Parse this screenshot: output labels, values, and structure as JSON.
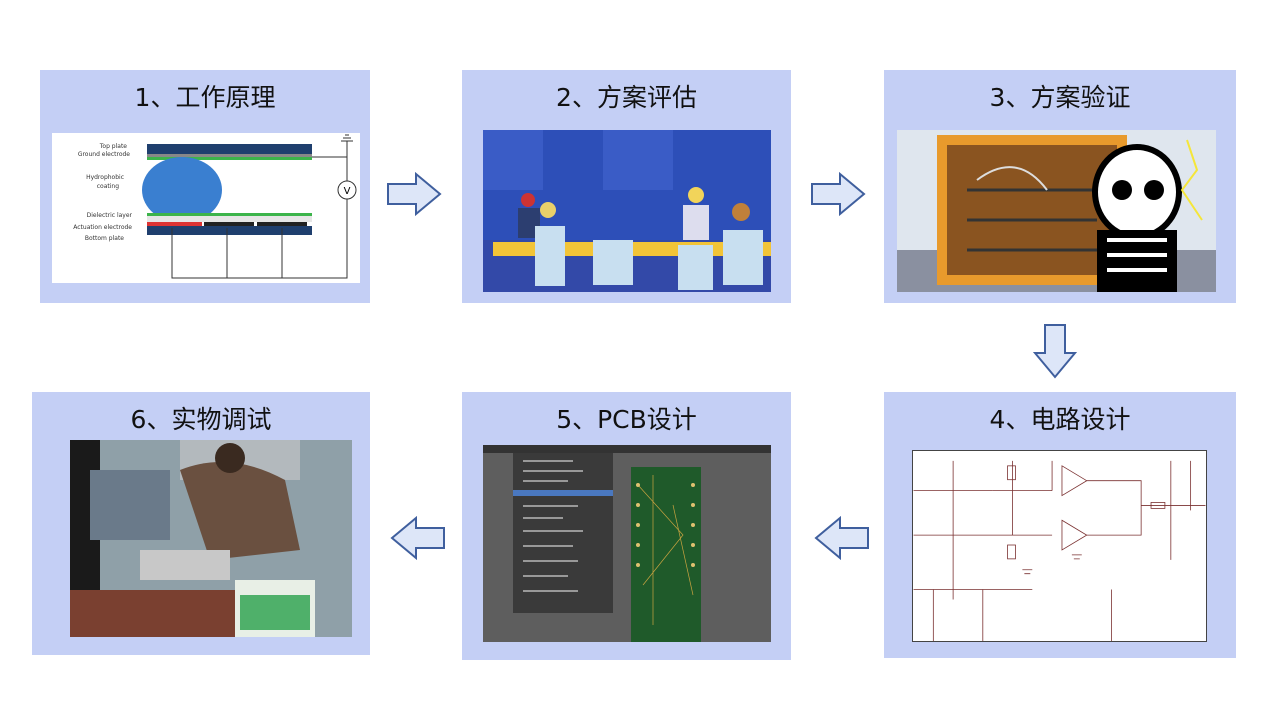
{
  "steps": [
    {
      "title": "1、工作原理",
      "labels": [
        "Top plate",
        "Ground electrode",
        "Hydrophobic",
        "coating",
        "Dielectric layer",
        "Actuation electrode",
        "Bottom plate"
      ],
      "meter": "V"
    },
    {
      "title": "2、方案评估"
    },
    {
      "title": "3、方案验证"
    },
    {
      "title": "4、电路设计"
    },
    {
      "title": "5、PCB设计"
    },
    {
      "title": "6、实物调试"
    }
  ],
  "colors": {
    "panel": "#c4cff5",
    "arrow_fill": "#dde6f8",
    "arrow_stroke": "#3f5f9e"
  }
}
